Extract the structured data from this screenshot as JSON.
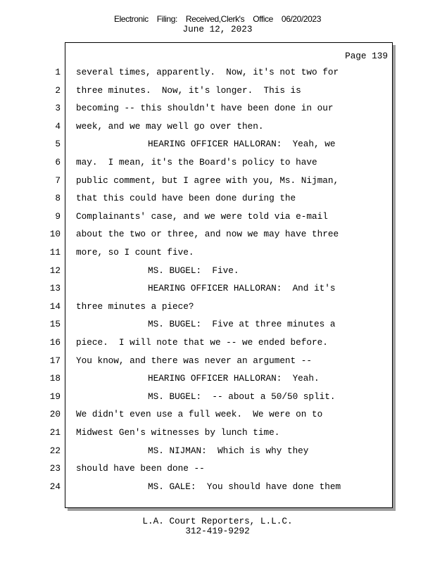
{
  "header": {
    "parts": [
      "Electronic",
      "Filing:",
      "Received,Clerk's",
      "Office",
      "06/20/2023"
    ],
    "date": "June 12, 2023"
  },
  "page_label": "Page 139",
  "lines": [
    {
      "n": "1",
      "t": "several times, apparently.  Now, it's not two for",
      "i": false
    },
    {
      "n": "2",
      "t": "three minutes.  Now, it's longer.  This is",
      "i": false
    },
    {
      "n": "3",
      "t": "becoming -- this shouldn't have been done in our",
      "i": false
    },
    {
      "n": "4",
      "t": "week, and we may well go over then.",
      "i": false
    },
    {
      "n": "5",
      "t": "HEARING OFFICER HALLORAN:  Yeah, we",
      "i": true
    },
    {
      "n": "6",
      "t": "may.  I mean, it's the Board's policy to have",
      "i": false
    },
    {
      "n": "7",
      "t": "public comment, but I agree with you, Ms. Nijman,",
      "i": false
    },
    {
      "n": "8",
      "t": "that this could have been done during the",
      "i": false
    },
    {
      "n": "9",
      "t": "Complainants' case, and we were told via e-mail",
      "i": false
    },
    {
      "n": "10",
      "t": "about the two or three, and now we may have three",
      "i": false
    },
    {
      "n": "11",
      "t": "more, so I count five.",
      "i": false
    },
    {
      "n": "12",
      "t": "MS. BUGEL:  Five.",
      "i": true
    },
    {
      "n": "13",
      "t": "HEARING OFFICER HALLORAN:  And it's",
      "i": true
    },
    {
      "n": "14",
      "t": "three minutes a piece?",
      "i": false
    },
    {
      "n": "15",
      "t": "MS. BUGEL:  Five at three minutes a",
      "i": true
    },
    {
      "n": "16",
      "t": "piece.  I will note that we -- we ended before.",
      "i": false
    },
    {
      "n": "17",
      "t": "You know, and there was never an argument --",
      "i": false
    },
    {
      "n": "18",
      "t": "HEARING OFFICER HALLORAN:  Yeah.",
      "i": true
    },
    {
      "n": "19",
      "t": "MS. BUGEL:  -- about a 50/50 split.",
      "i": true
    },
    {
      "n": "20",
      "t": "We didn't even use a full week.  We were on to",
      "i": false
    },
    {
      "n": "21",
      "t": "Midwest Gen's witnesses by lunch time.",
      "i": false
    },
    {
      "n": "22",
      "t": "MS. NIJMAN:  Which is why they",
      "i": true
    },
    {
      "n": "23",
      "t": "should have been done --",
      "i": false
    },
    {
      "n": "24",
      "t": "MS. GALE:  You should have done them",
      "i": true
    }
  ],
  "footer": {
    "company": "L.A. Court Reporters, L.L.C.",
    "phone": "312-419-9292"
  }
}
